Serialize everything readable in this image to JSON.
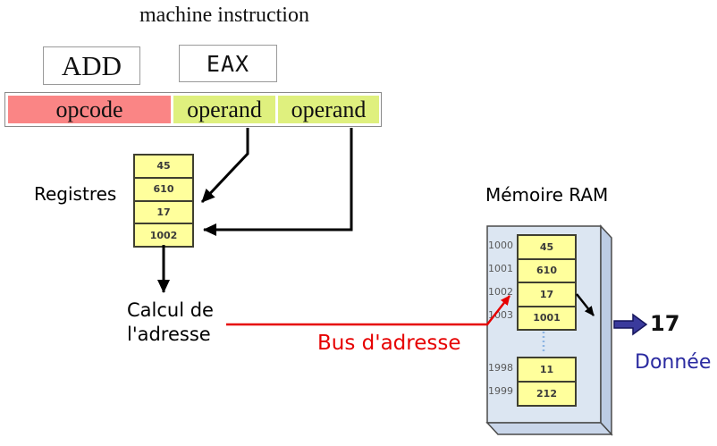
{
  "title": "machine instruction",
  "instruction": {
    "opcode_box": "ADD",
    "operand_box": "EAX"
  },
  "format": {
    "opcode": "opcode",
    "operand1": "operand",
    "operand2": "operand"
  },
  "registers": {
    "label": "Registres",
    "values": [
      "45",
      "610",
      "17",
      "1002"
    ]
  },
  "flow": {
    "address_calc_line1": "Calcul de",
    "address_calc_line2": "l'adresse",
    "address_bus_label": "Bus d'adresse"
  },
  "ram": {
    "label": "Mémoire RAM",
    "cells": [
      {
        "address": "1000",
        "value": "45"
      },
      {
        "address": "1001",
        "value": "610"
      },
      {
        "address": "1002",
        "value": "17"
      },
      {
        "address": "1003",
        "value": "1001"
      }
    ],
    "cells_bottom": [
      {
        "address": "1998",
        "value": "11"
      },
      {
        "address": "1999",
        "value": "212"
      }
    ]
  },
  "output": {
    "value": "17",
    "label": "Donnée"
  },
  "colors": {
    "opcode_bg": "#fa8585",
    "operand_bg": "#dff07e",
    "cell_bg": "#ffff9c",
    "ram_face": "#dce6f2",
    "ram_side": "#bccce4",
    "bus_red": "#e60000",
    "data_blue": "#2a2aa0",
    "arrow_blue": "#3a3a9c"
  }
}
